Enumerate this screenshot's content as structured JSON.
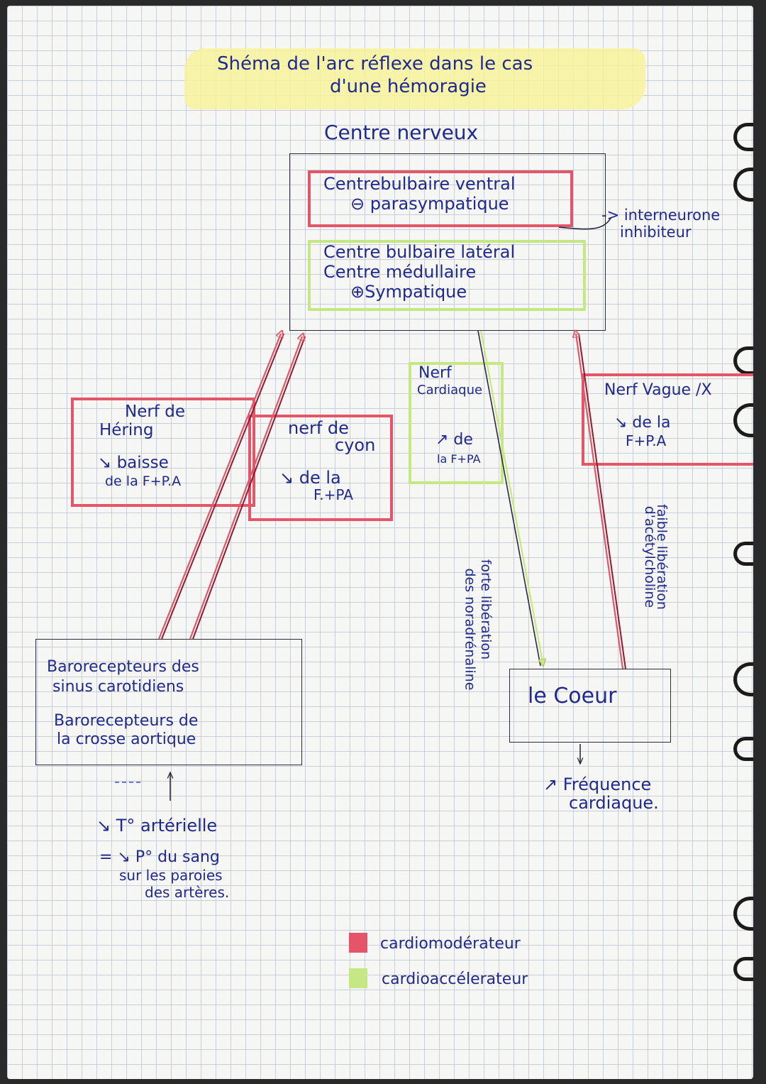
{
  "title": {
    "line1": "Shéma de l'arc réflexe dans le cas",
    "line2": "d'une hémoragie"
  },
  "centre_nerveux": {
    "label": "Centre nerveux",
    "bulbaire_ventral": {
      "line1": "Centrebulbaire ventral",
      "line2": "⊖ parasympatique"
    },
    "bulbaire_lateral": {
      "line1": "Centre bulbaire latéral",
      "line2": "Centre médullaire",
      "line3": "⊕Sympatique"
    }
  },
  "interneurone": {
    "line1": "-> interneurone",
    "line2": "inhibiteur"
  },
  "nerf_hering": {
    "line1": "Nerf de",
    "line2": "Héring",
    "line3": "↘ baisse",
    "line4": "de la F+P.A"
  },
  "nerf_cyon": {
    "line1": "nerf de",
    "line2": "cyon",
    "line3": "↘ de la",
    "line4": "F.+PA"
  },
  "nerf_cardiaque": {
    "line1": "Nerf",
    "line2": "Cardiaque",
    "line3": "↗ de",
    "line4": "la F+PA"
  },
  "nerf_vague": {
    "line1": "Nerf Vague /X",
    "line2": "↘ de la",
    "line3": "F+P.A"
  },
  "liberation_noradrenaline": {
    "line1": "forte libération",
    "line2": "des noradrénaline"
  },
  "liberation_acetylcholine": {
    "line1": "faible libération",
    "line2": "d'acétylcholine"
  },
  "barorecepteurs": {
    "line1": "Barorecepteurs des",
    "line2": "sinus carotidiens",
    "line3": "Barorecepteurs de",
    "line4": "la crosse aortique"
  },
  "coeur": {
    "label": "le Coeur"
  },
  "frequence": {
    "line1": "↗ Fréquence",
    "line2": "cardiaque."
  },
  "tension": {
    "line1": "↘ T° artérielle",
    "line2": "= ↘ P° du sang",
    "line3": "sur les paroies",
    "line4": "des artères."
  },
  "legend": {
    "items": [
      {
        "label": "cardiomodérateur",
        "color": "#e5556a"
      },
      {
        "label": "cardioaccélerateur",
        "color": "#c6e884"
      }
    ]
  },
  "colors": {
    "ink": "#1f2a8c",
    "red": "#e5556a",
    "green": "#c6e884",
    "highlight": "#f7f29a"
  }
}
